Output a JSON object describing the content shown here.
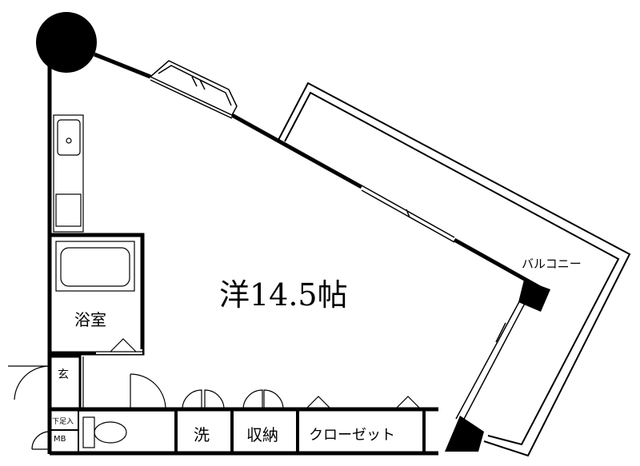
{
  "rooms": {
    "main": "洋14.5帖",
    "bath": "浴室",
    "entrance": "玄",
    "washroom": "洗",
    "storage": "収納",
    "closet": "クローゼット",
    "balcony": "バルコニー",
    "shoe_box": "下足入",
    "meter_box": "MB"
  }
}
